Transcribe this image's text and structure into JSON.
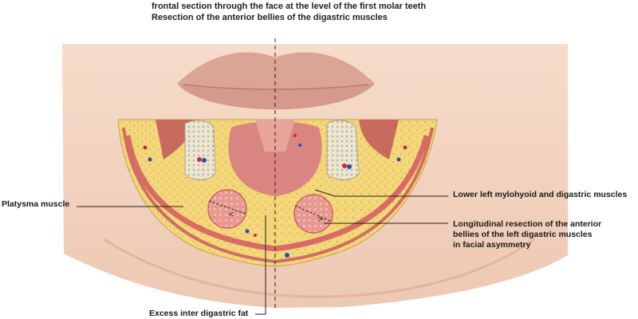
{
  "title": {
    "line1": "frontal section through the face at the level of the first molar teeth",
    "line2": "Resection of the anterior bellies of the digastric muscles"
  },
  "labels": {
    "platysma": "Platysma muscle",
    "mylohyoid": "Lower left mylohyoid and digastric muscles",
    "resection_line1": "Longitudinal resection of the anterior",
    "resection_line2": "bellies of the left digastric muscles",
    "resection_line3": "in facial asymmetry",
    "fat": "Excess inter digastric fat"
  },
  "colors": {
    "skin": "#f2d3c0",
    "lip": "#dba596",
    "fat": "#f3d77a",
    "muscle": "#e3877f",
    "bone": "#ebe3cf",
    "artery": "#d62a2a",
    "vein": "#2c4bb0"
  }
}
